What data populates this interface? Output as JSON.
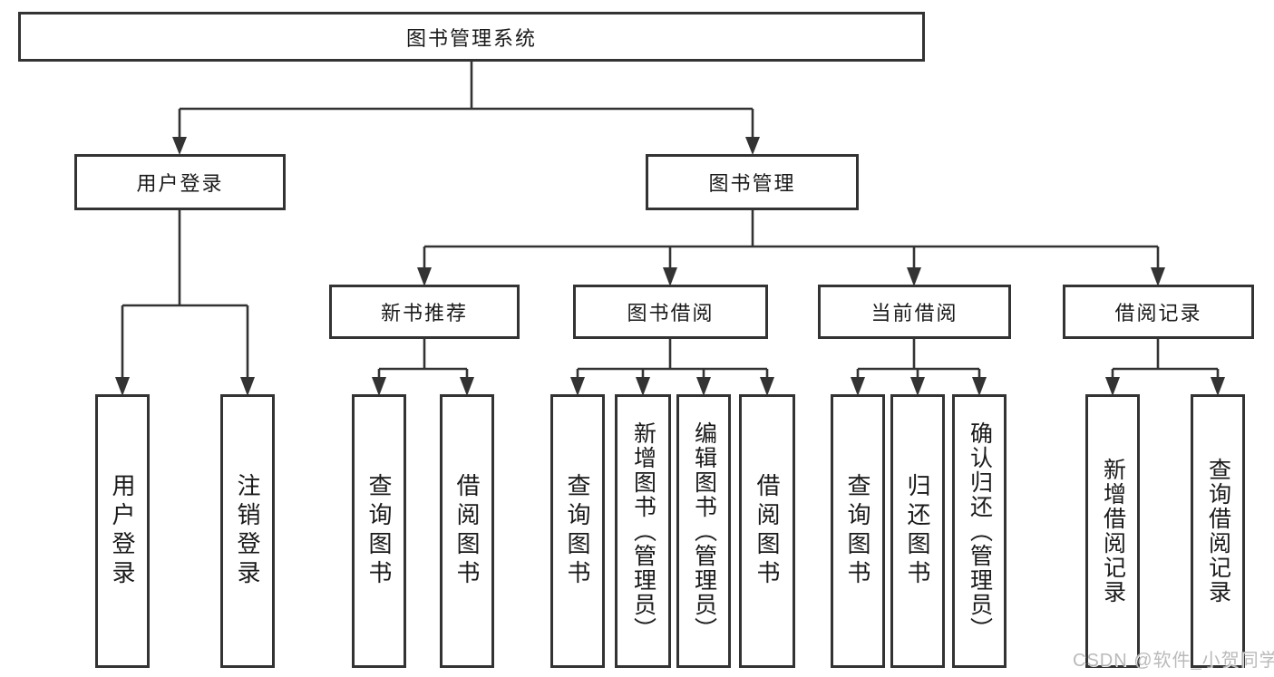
{
  "tree": {
    "label": "图书管理系统",
    "children": [
      {
        "label": "用户登录",
        "children": [
          {
            "label": "用户登录"
          },
          {
            "label": "注销登录"
          }
        ]
      },
      {
        "label": "图书管理",
        "children": [
          {
            "label": "新书推荐",
            "children": [
              {
                "label": "查询图书"
              },
              {
                "label": "借阅图书"
              }
            ]
          },
          {
            "label": "图书借阅",
            "children": [
              {
                "label": "查询图书"
              },
              {
                "label": "新增图书（管理员）"
              },
              {
                "label": "编辑图书（管理员）"
              },
              {
                "label": "借阅图书"
              }
            ]
          },
          {
            "label": "当前借阅",
            "children": [
              {
                "label": "查询图书"
              },
              {
                "label": "归还图书"
              },
              {
                "label": "确认归还（管理员）"
              }
            ]
          },
          {
            "label": "借阅记录",
            "children": [
              {
                "label": "新增借阅记录"
              },
              {
                "label": "查询借阅记录"
              }
            ]
          }
        ]
      }
    ]
  },
  "watermark": {
    "text": "CSDN @软件_小贺同学"
  },
  "colors": {
    "line": "#333333",
    "box_border": "#333333",
    "box_fill": "#ffffff",
    "text": "#1a1a1a",
    "watermark": "#b3b3b3",
    "background": "#ffffff"
  }
}
